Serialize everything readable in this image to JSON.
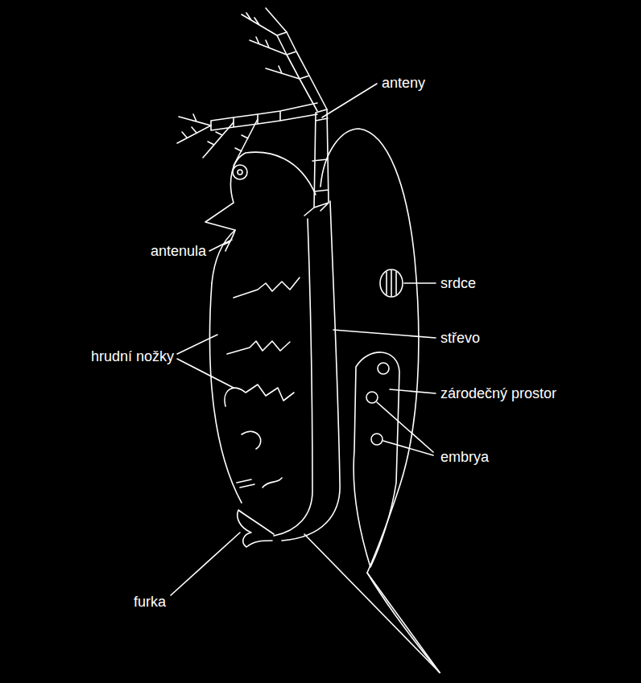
{
  "diagram": {
    "labels": [
      "anteny",
      "antenula",
      "srdce",
      "střevo",
      "hrudní nožky",
      "zárodečný prostor",
      "embrya",
      "furka"
    ]
  }
}
